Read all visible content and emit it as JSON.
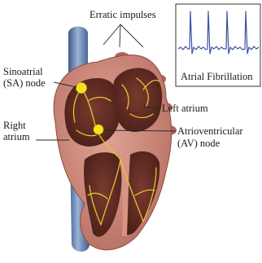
{
  "labels": {
    "erratic": "Erratic impulses",
    "sa_line1": "Sinoatrial",
    "sa_line2": "(SA) node",
    "ra_line1": "Right",
    "ra_line2": "atrium",
    "la": "Left atrium",
    "av_line1": "Atrioventricular",
    "av_line2": "(AV) node"
  },
  "inset": {
    "title": "Atrial Fibrillation"
  },
  "colors": {
    "myocardium": "#c9867a",
    "chamber": "#5a2a22",
    "vessel": "#5a76a6",
    "node": "#f3e21f",
    "conduction": "#e6c23a",
    "ecg": "#3c4fa0"
  }
}
